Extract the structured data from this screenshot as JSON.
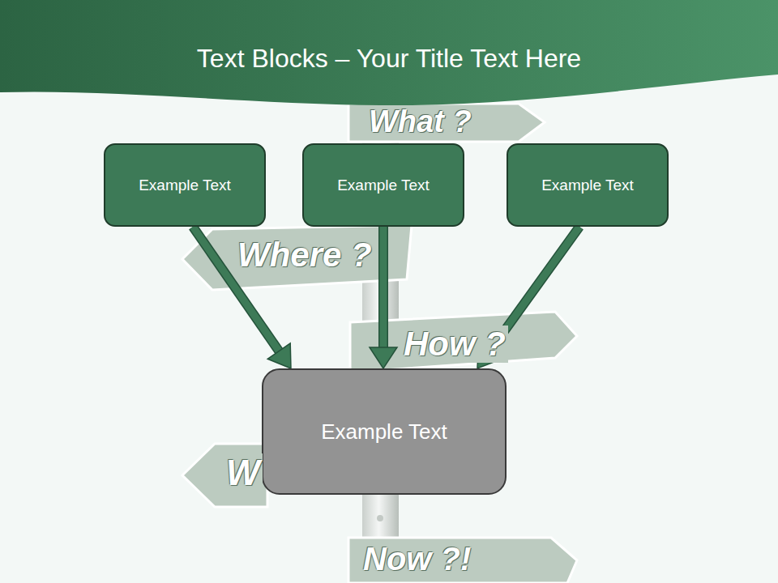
{
  "diagram": {
    "title": "Text Blocks – Your Title Text Here",
    "nodes": [
      {
        "text": [
          "Example Text"
        ]
      },
      {
        "text": [
          "Example Text"
        ]
      },
      {
        "text": [
          "Example Text"
        ]
      },
      {
        "text": [
          "Example Text"
        ]
      }
    ],
    "edges": [
      {
        "from": 0,
        "to": 3,
        "arrow": "to"
      },
      {
        "from": 1,
        "to": 3,
        "arrow": "to"
      },
      {
        "from": 2,
        "to": 3,
        "arrow": "to"
      }
    ],
    "labels": [
      "What ?",
      "Where ?",
      "How ?",
      "W",
      "Now ?!"
    ]
  }
}
